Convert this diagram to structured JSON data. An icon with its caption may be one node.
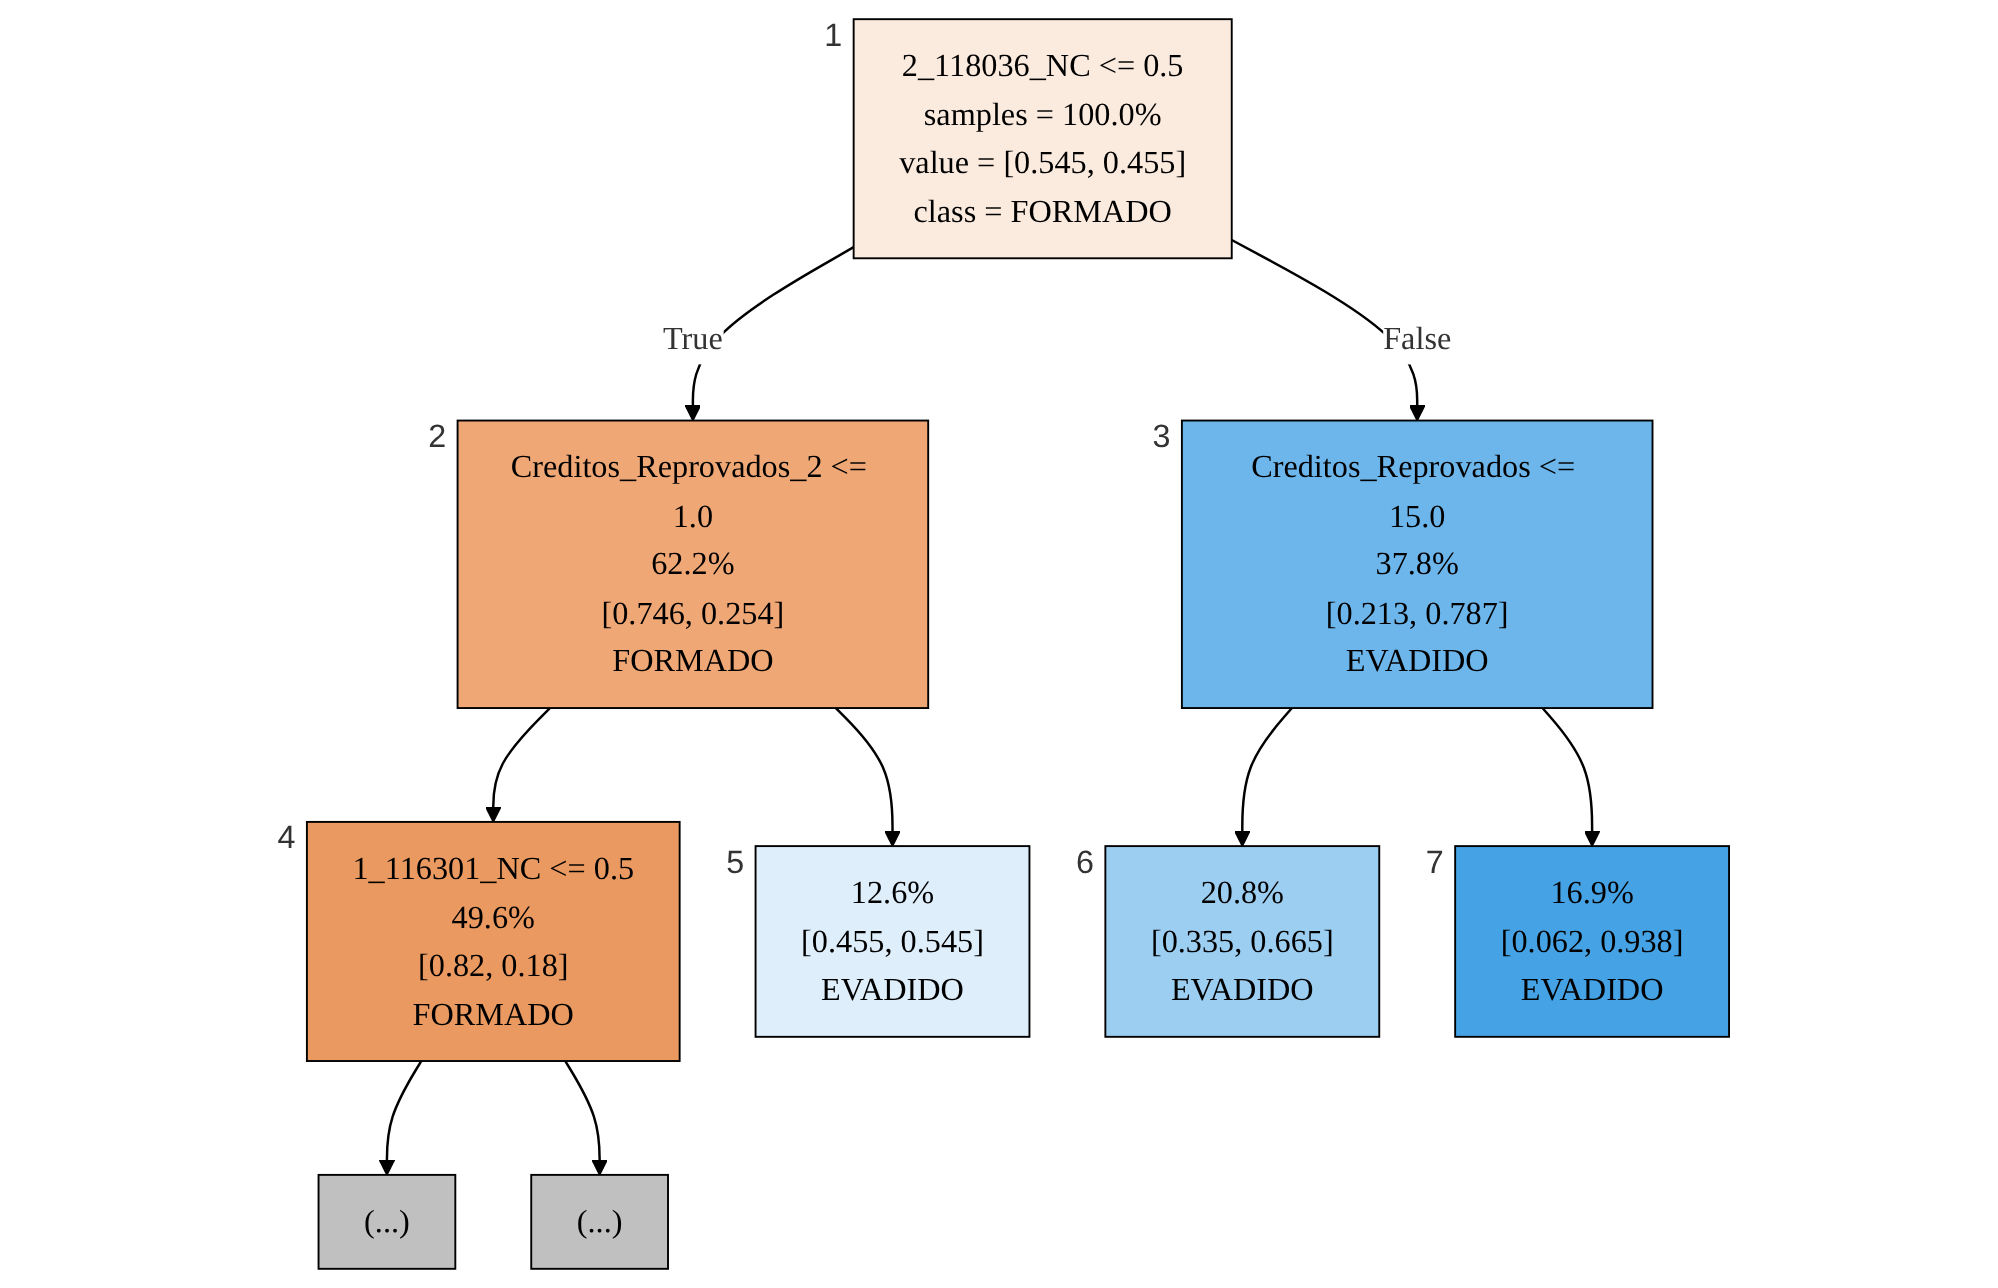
{
  "diagram": {
    "nodes": [
      {
        "text": [
          "2_118036_NC <= 0.5",
          "samples = 100.0%",
          "value = [0.545, 0.455]",
          "class = FORMADO"
        ],
        "beside": [
          "1"
        ]
      },
      {
        "text": [
          "Creditos_Reprovados_2 <= 1.0",
          "62.2%",
          "[0.746, 0.254]",
          "FORMADO"
        ],
        "beside": [
          "2"
        ]
      },
      {
        "text": [
          "Creditos_Reprovados <= 15.0",
          "37.8%",
          "[0.213, 0.787]",
          "EVADIDO"
        ],
        "beside": [
          "3"
        ]
      },
      {
        "text": [
          "1_116301_NC <= 0.5",
          "49.6%",
          "[0.82, 0.18]",
          "FORMADO"
        ],
        "beside": [
          "4"
        ]
      },
      {
        "text": [
          "12.6%",
          "[0.455, 0.545]",
          "EVADIDO"
        ],
        "beside": [
          "5"
        ]
      },
      {
        "text": [
          "20.8%",
          "[0.335, 0.665]",
          "EVADIDO"
        ],
        "beside": [
          "6"
        ]
      },
      {
        "text": [
          "16.9%",
          "[0.062, 0.938]",
          "EVADIDO"
        ],
        "beside": [
          "7"
        ]
      },
      {
        "text": [
          "(...)"
        ]
      },
      {
        "text": [
          "(...)"
        ]
      }
    ],
    "edges": [
      {
        "from": 0,
        "to": 1,
        "arrow": "to",
        "label": "True"
      },
      {
        "from": 0,
        "to": 2,
        "arrow": "to",
        "label": "False"
      },
      {
        "from": 1,
        "to": 3,
        "arrow": "to"
      },
      {
        "from": 1,
        "to": 4,
        "arrow": "to"
      },
      {
        "from": 2,
        "to": 5,
        "arrow": "to"
      },
      {
        "from": 2,
        "to": 6,
        "arrow": "to"
      },
      {
        "from": 3,
        "to": 7,
        "arrow": "to"
      },
      {
        "from": 3,
        "to": 8,
        "arrow": "to"
      }
    ]
  }
}
